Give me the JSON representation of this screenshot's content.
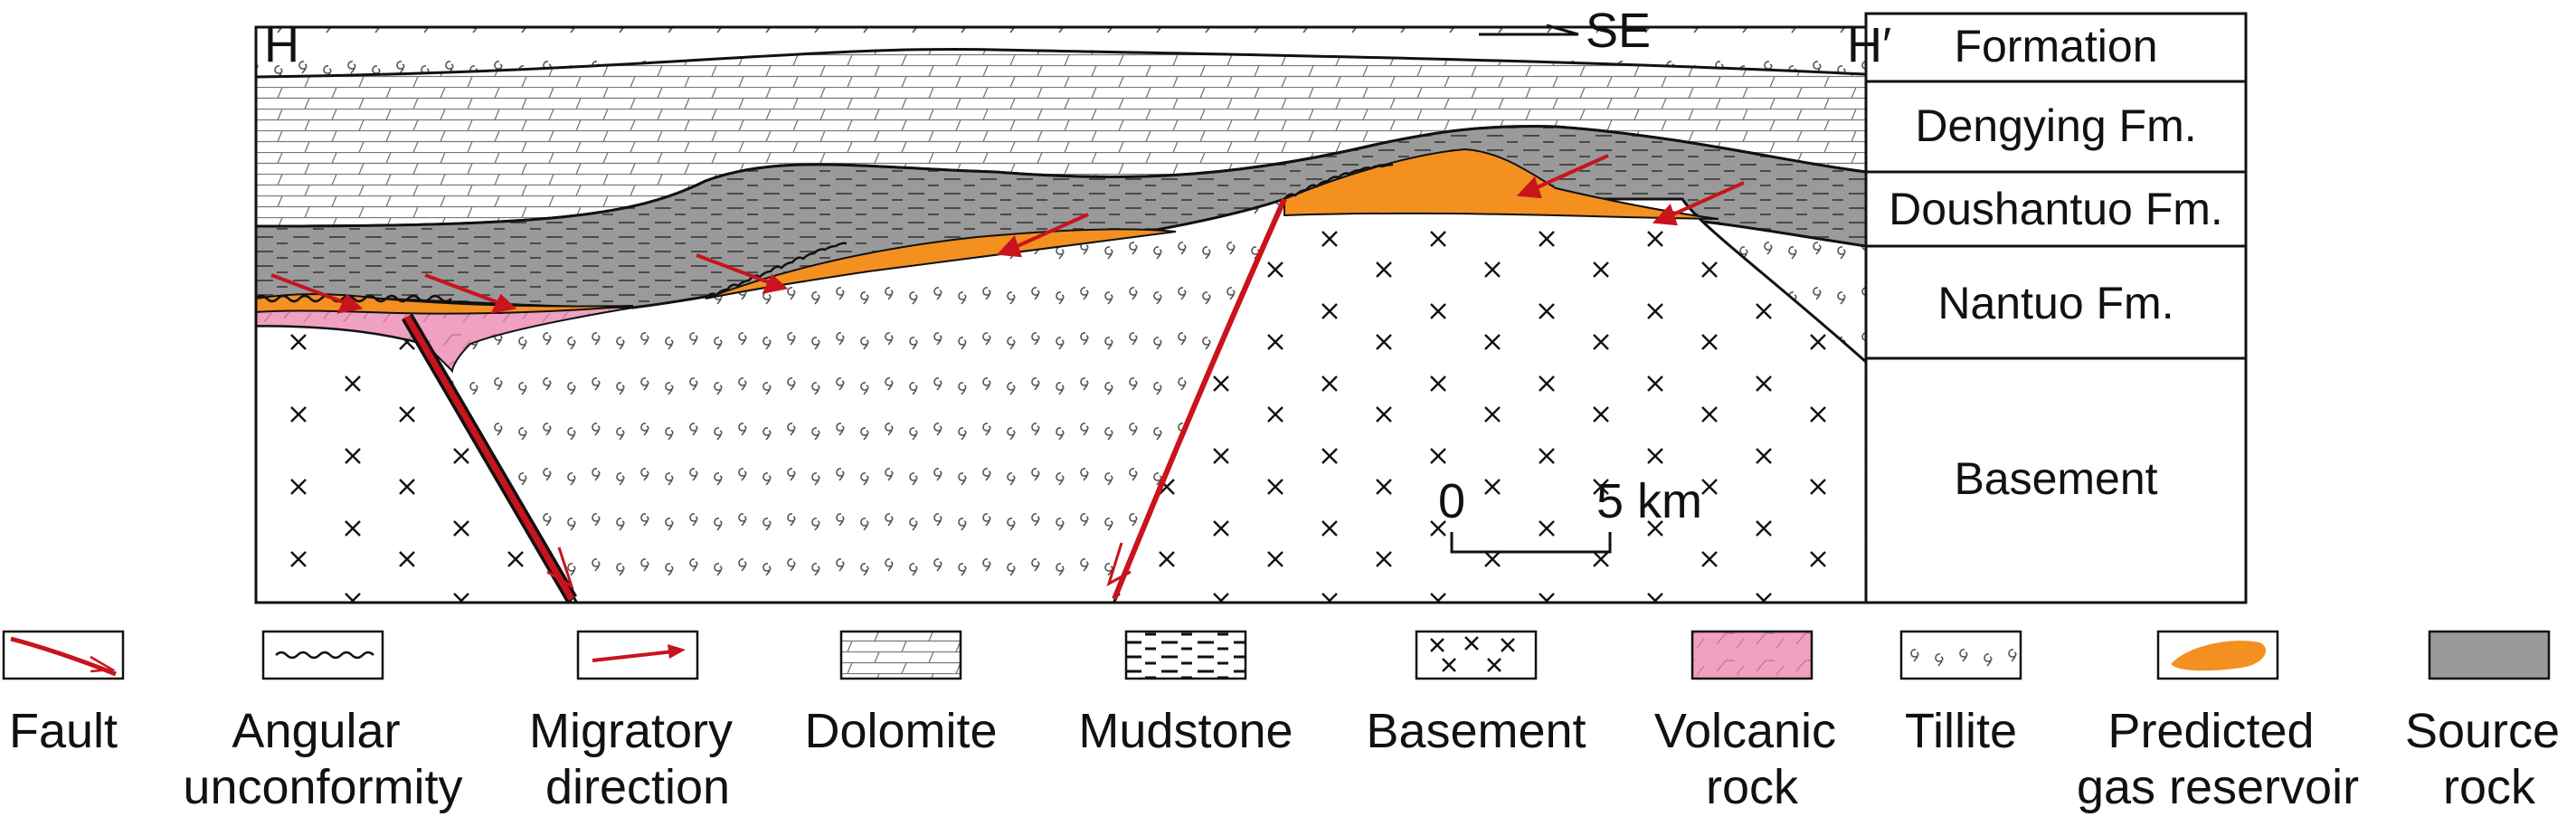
{
  "section": {
    "left_end": "H",
    "right_end": "H′",
    "direction": "SE"
  },
  "formation_column": {
    "header": "Formation",
    "rows": [
      {
        "label": "Dengying Fm."
      },
      {
        "label": "Doushantuo Fm."
      },
      {
        "label": "Nantuo Fm."
      },
      {
        "label": "Basement"
      }
    ]
  },
  "scale_bar": {
    "start": "0",
    "end_label": "5 km"
  },
  "legend": {
    "items": [
      {
        "id": "fault",
        "lines": [
          "Fault"
        ]
      },
      {
        "id": "unconformity",
        "lines": [
          "Angular",
          "unconformity"
        ]
      },
      {
        "id": "migration",
        "lines": [
          "Migratory",
          "direction"
        ]
      },
      {
        "id": "dolomite",
        "lines": [
          "Dolomite"
        ]
      },
      {
        "id": "mudstone",
        "lines": [
          "Mudstone"
        ]
      },
      {
        "id": "basement",
        "lines": [
          "Basement"
        ]
      },
      {
        "id": "volcanic",
        "lines": [
          "Volcanic",
          "rock"
        ]
      },
      {
        "id": "tillite",
        "lines": [
          "Tillite"
        ]
      },
      {
        "id": "reservoir",
        "lines": [
          "Predicted",
          "gas reservoir"
        ]
      },
      {
        "id": "source",
        "lines": [
          "Source",
          "rock"
        ]
      }
    ]
  },
  "colors": {
    "fault": "#c8141c",
    "reservoir": "#f39020",
    "volcanic": "#f0a0c0",
    "source_rock": "#9a9a9a",
    "outline": "#111111"
  }
}
